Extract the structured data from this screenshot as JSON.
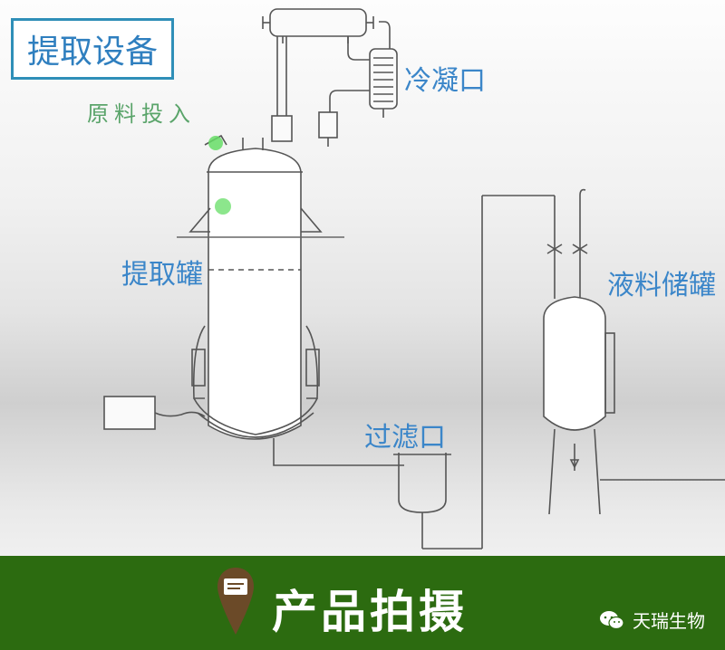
{
  "title": "提取设备",
  "raw_material_label": "原料投入",
  "labels": {
    "condenser": "冷凝口",
    "extraction_tank": "提取罐",
    "filter": "过滤口",
    "storage_tank": "液料储罐"
  },
  "footer": {
    "title": "产品拍摄",
    "watermark": "天瑞生物"
  },
  "colors": {
    "label_blue": "#3b86c9",
    "raw_green": "#5aa46a",
    "footer_green": "#2c6b10",
    "line": "#555555",
    "highlight": "#66dd66"
  },
  "icons": [
    "location-pin-icon",
    "wechat-icon"
  ]
}
